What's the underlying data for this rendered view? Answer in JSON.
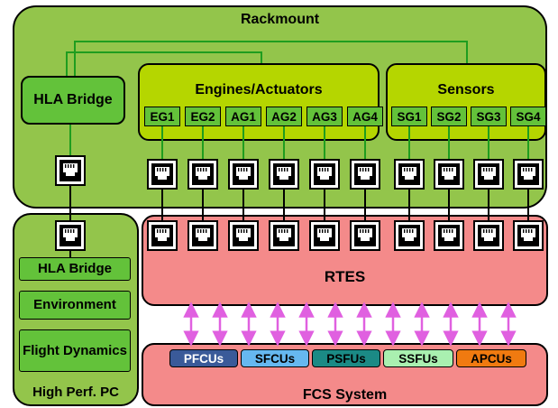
{
  "rackmount": {
    "title": "Rackmount",
    "hla_bridge": "HLA Bridge"
  },
  "engines": {
    "title": "Engines/Actuators",
    "items": [
      "EG1",
      "EG2",
      "AG1",
      "AG2",
      "AG3",
      "AG4"
    ]
  },
  "sensors": {
    "title": "Sensors",
    "items": [
      "SG1",
      "SG2",
      "SG3",
      "SG4"
    ]
  },
  "hpc": {
    "title": "High Perf. PC",
    "hla_bridge": "HLA Bridge",
    "environment": "Environment",
    "flight_dynamics": "Flight Dynamics"
  },
  "rtes": {
    "title": "RTES"
  },
  "fcs": {
    "title": "FCS System",
    "units": [
      {
        "label": "PFCUs",
        "color": "#3a5a99",
        "text": "#ffffff"
      },
      {
        "label": "SFCUs",
        "color": "#66b8f0",
        "text": "#000000"
      },
      {
        "label": "PSFUs",
        "color": "#1b8a85",
        "text": "#000000"
      },
      {
        "label": "SSFUs",
        "color": "#a9f0b0",
        "text": "#000000"
      },
      {
        "label": "APCUs",
        "color": "#f07a10",
        "text": "#000000"
      }
    ]
  },
  "colors": {
    "green_bg": "#93c54b",
    "lime": "#b5d600",
    "module_green": "#63c23a",
    "rtes_red": "#f48a8a",
    "link_green": "#1f9d1f",
    "arrow_magenta": "#e060e0"
  }
}
